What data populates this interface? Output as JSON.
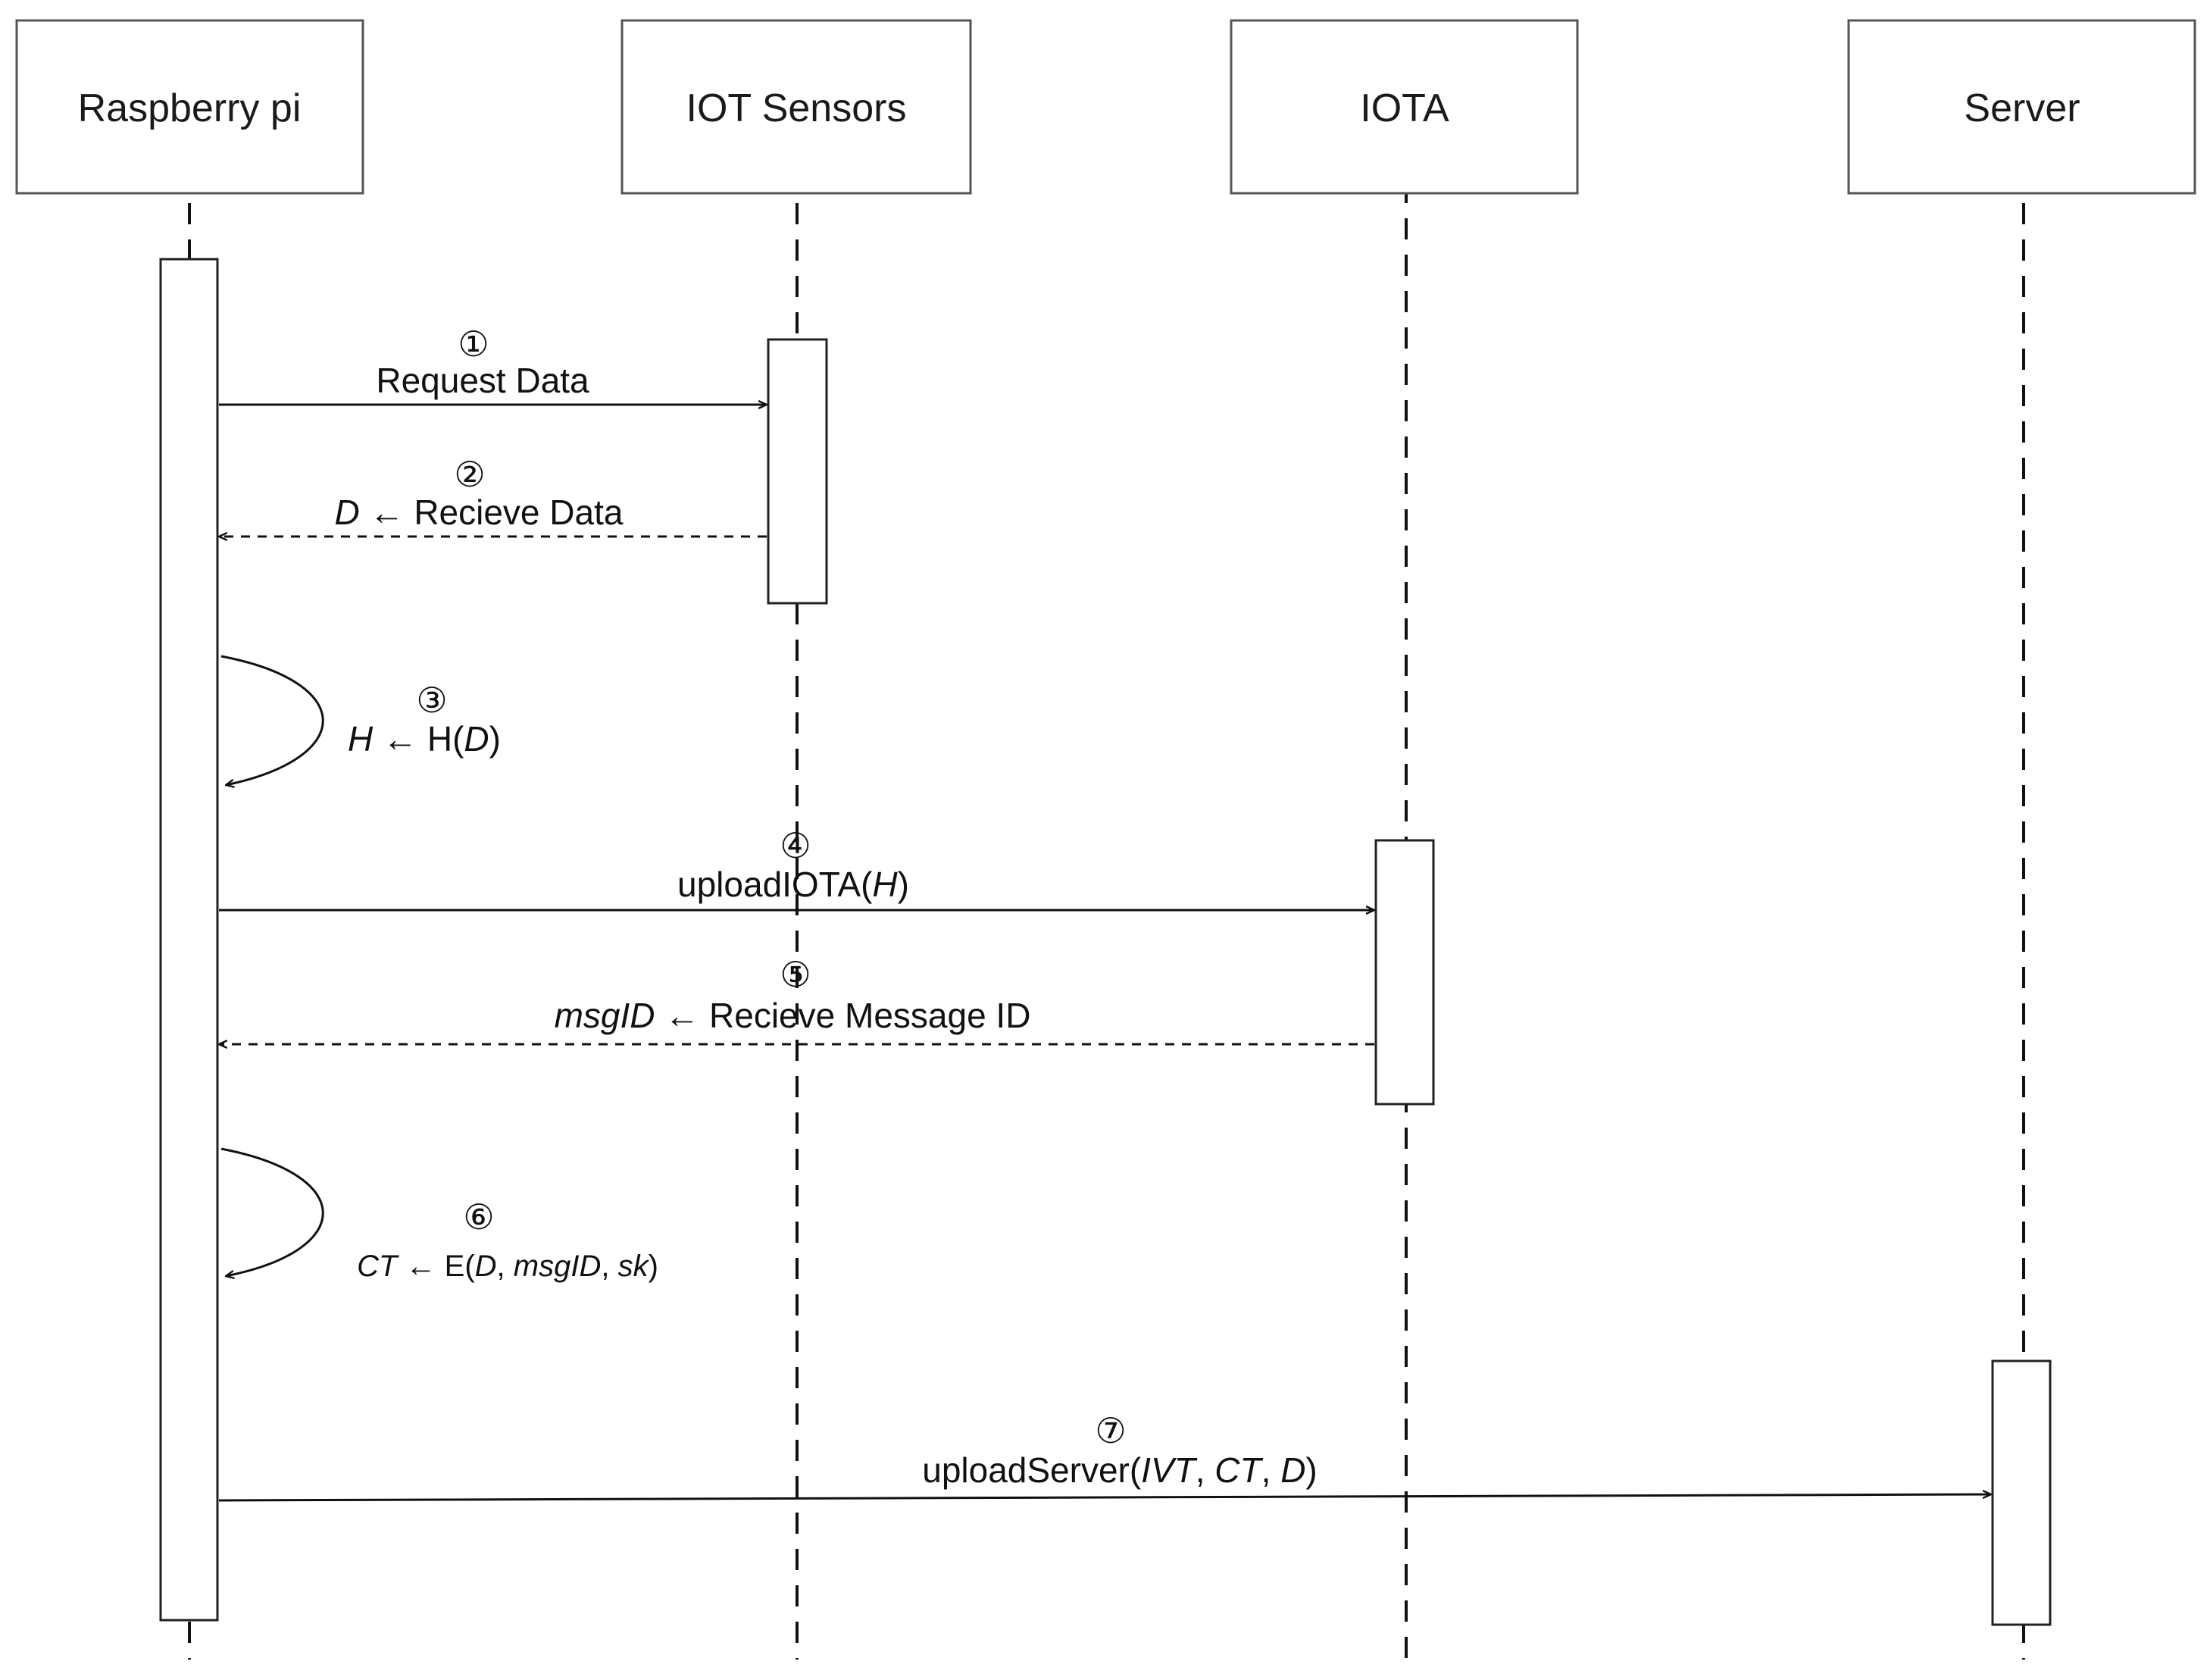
{
  "participants": [
    {
      "name": "Raspberry pi"
    },
    {
      "name": "IOT Sensors"
    },
    {
      "name": "IOTA"
    },
    {
      "name": "Server"
    }
  ],
  "messages": [
    {
      "step": "①",
      "label_plain": "Request Data"
    },
    {
      "step": "②",
      "label_var": "D",
      "arrow": "←",
      "label_rest": "Recieve Data"
    },
    {
      "step": "③",
      "label_var": "H",
      "arrow": "←",
      "label_func": "H(",
      "label_arg": "D",
      "label_close": ")"
    },
    {
      "step": "④",
      "label_func": "uploadIOTA(",
      "label_arg": "H",
      "label_close": ")"
    },
    {
      "step": "⑤",
      "label_var": "msgID",
      "arrow": "←",
      "label_rest": "Recieve Message ID"
    },
    {
      "step": "⑥",
      "label_var": "CT",
      "arrow": "←",
      "label_func": "E(",
      "arg1": "D",
      "sep1": ", ",
      "arg2": "msgID",
      "sep2": ", ",
      "arg3": "sk",
      "label_close": ")"
    },
    {
      "step": "⑦",
      "label_func": "uploadServer(",
      "arg1": "IVT",
      "sep1": ", ",
      "arg2": "CT",
      "sep2": ", ",
      "arg3": "D",
      "label_close": ")"
    }
  ]
}
